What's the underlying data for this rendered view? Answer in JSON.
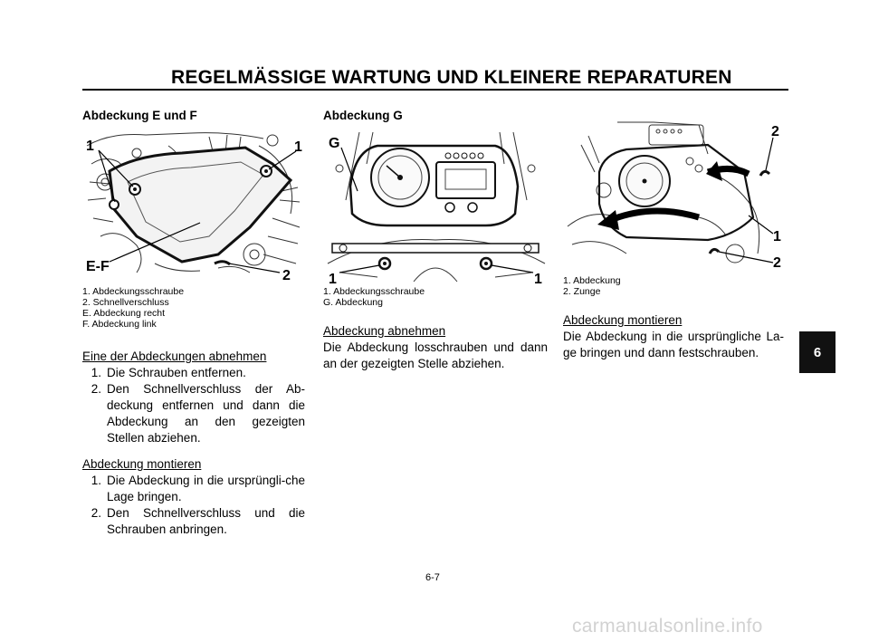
{
  "header": {
    "title": "REGELMÄSSIGE WARTUNG UND KLEINERE REPARATUREN"
  },
  "col1": {
    "heading": "Abdeckung E und F",
    "figure_labels": {
      "one_left": "1",
      "one_right": "1",
      "ef": "E-F",
      "two": "2"
    },
    "callouts": [
      "1. Abdeckungsschraube",
      "2. Schnellverschluss",
      "E. Abdeckung recht",
      "F. Abdeckung link"
    ],
    "remove": {
      "title": "Eine der Abdeckungen abnehmen",
      "steps": [
        {
          "num": "1.",
          "text": "Die Schrauben entfernen."
        },
        {
          "num": "2.",
          "text": "Den Schnellverschluss der Ab-deckung entfernen und dann die Abdeckung an den gezeigten Stellen abziehen."
        }
      ]
    },
    "install": {
      "title": "Abdeckung montieren",
      "steps": [
        {
          "num": "1.",
          "text": "Die Abdeckung in die ursprüngli-che Lage bringen."
        },
        {
          "num": "2.",
          "text": "Den Schnellverschluss und die Schrauben anbringen."
        }
      ]
    }
  },
  "col2": {
    "heading": "Abdeckung G",
    "figure_labels": {
      "g": "G",
      "one_left": "1",
      "one_right": "1"
    },
    "callouts": [
      "1. Abdeckungsschraube",
      "G. Abdeckung"
    ],
    "remove": {
      "title": "Abdeckung abnehmen",
      "text": "Die Abdeckung losschrauben und dann an der gezeigten Stelle abziehen."
    }
  },
  "col3": {
    "figure_labels": {
      "two_top": "2",
      "one": "1",
      "two_bottom": "2"
    },
    "callouts": [
      "1. Abdeckung",
      "2. Zunge"
    ],
    "install": {
      "title": "Abdeckung montieren",
      "text": "Die Abdeckung in die ursprüngliche La-ge bringen und dann festschrauben."
    }
  },
  "side_tab": "6",
  "page_number": "6-7",
  "watermark": "carmanualsonline.info"
}
